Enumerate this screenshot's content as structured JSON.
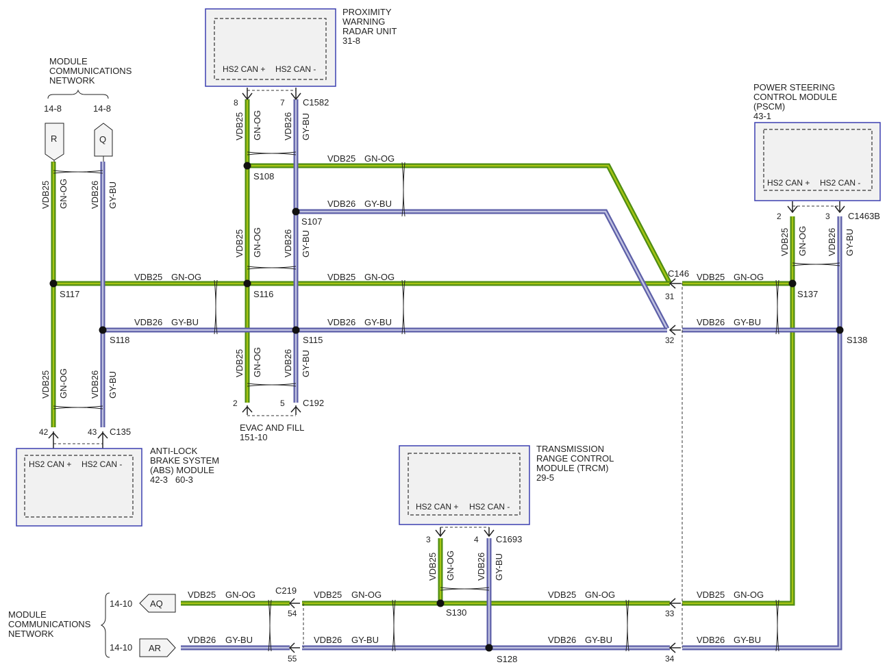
{
  "colors": {
    "green": "#4e8d13",
    "green_core": "#a6c414",
    "blue": "#5d5fa8",
    "blue_core": "#c1c3e0",
    "module_border": "#3b3fb0",
    "module_fill": "#f1f1f1"
  },
  "labels": {
    "vdb25": "VDB25",
    "vdb26": "VDB26",
    "gnog": "GN-OG",
    "gybu": "GY-BU",
    "can_plus": "HS2 CAN +",
    "can_minus": "HS2 CAN -"
  },
  "modules": {
    "radar": {
      "name": [
        "PROXIMITY",
        "WARNING",
        "RADAR UNIT"
      ],
      "ref": "31-8"
    },
    "pscm": {
      "name": [
        "POWER STEERING",
        "CONTROL MODULE",
        "(PSCM)"
      ],
      "ref": "43-1"
    },
    "abs": {
      "name": [
        "ANTI-LOCK",
        "BRAKE SYSTEM",
        "(ABS) MODULE"
      ],
      "ref": "42-3   60-3"
    },
    "trcm": {
      "name": [
        "TRANSMISSION",
        "RANGE CONTROL",
        "MODULE (TRCM)"
      ],
      "ref": "29-5"
    },
    "evac": {
      "name": "EVAC AND FILL",
      "ref": "151-10"
    }
  },
  "networks": {
    "top": {
      "name": [
        "MODULE",
        "COMMUNICATIONS",
        "NETWORK"
      ],
      "ref_r": "14-8",
      "ref_q": "14-8",
      "conn_r": "R",
      "conn_q": "Q"
    },
    "bottom": {
      "name": [
        "MODULE",
        "COMMUNICATIONS",
        "NETWORK"
      ],
      "ref_aq": "14-10",
      "ref_ar": "14-10",
      "conn_aq": "AQ",
      "conn_ar": "AR"
    }
  },
  "connectors": {
    "c1582": "C1582",
    "c1463b": "C1463B",
    "c146": "C146",
    "c192": "C192",
    "c135": "C135",
    "c1693": "C1693",
    "c219": "C219"
  },
  "splices": [
    "S108",
    "S107",
    "S117",
    "S116",
    "S137",
    "S118",
    "S115",
    "S138",
    "S130",
    "S128"
  ],
  "pins": {
    "radar_plus": "8",
    "radar_minus": "7",
    "pscm_plus": "2",
    "pscm_minus": "3",
    "c146_a": "31",
    "c146_b": "32",
    "evac_plus": "2",
    "evac_minus": "5",
    "abs_plus": "42",
    "abs_minus": "43",
    "trcm_plus": "3",
    "trcm_minus": "4",
    "c219_a": "54",
    "c219_b": "55",
    "right_a": "33",
    "right_b": "34"
  }
}
